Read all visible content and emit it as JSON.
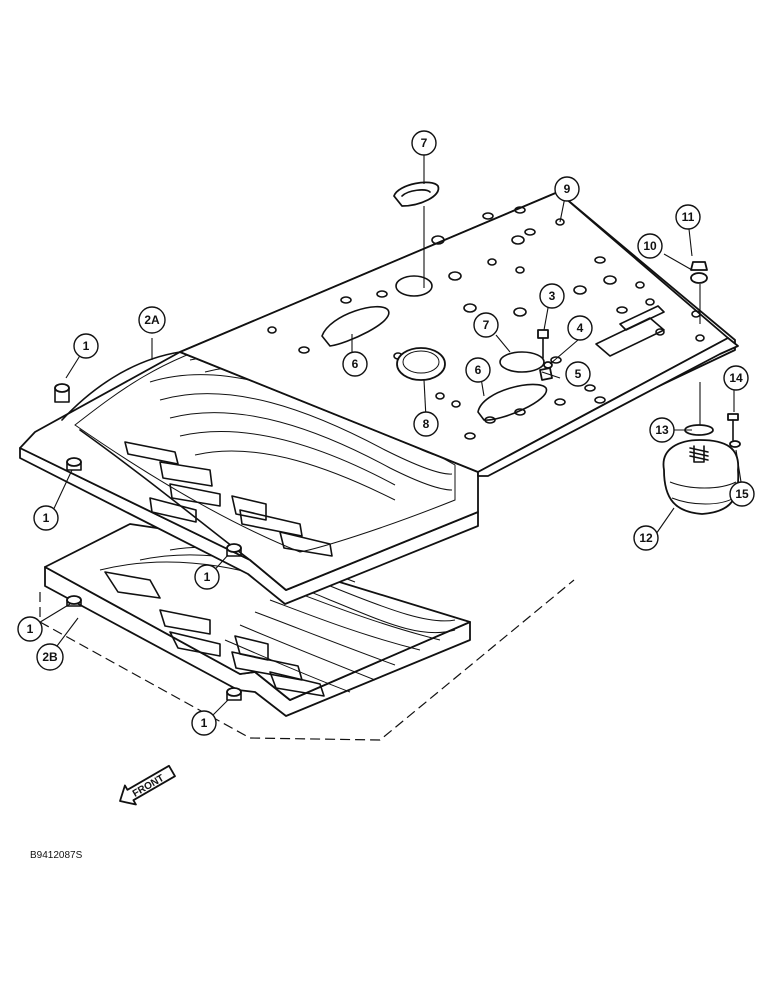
{
  "callouts": [
    {
      "label": "1"
    },
    {
      "label": "2A"
    },
    {
      "label": "3"
    },
    {
      "label": "4"
    },
    {
      "label": "5"
    },
    {
      "label": "6"
    },
    {
      "label": "6"
    },
    {
      "label": "7"
    },
    {
      "label": "7"
    },
    {
      "label": "8"
    },
    {
      "label": "9"
    },
    {
      "label": "10"
    },
    {
      "label": "11"
    },
    {
      "label": "12"
    },
    {
      "label": "13"
    },
    {
      "label": "14"
    },
    {
      "label": "15"
    },
    {
      "label": "1"
    },
    {
      "label": "1"
    },
    {
      "label": "1"
    },
    {
      "label": "2B"
    },
    {
      "label": "1"
    }
  ],
  "direction_label": "FRONT",
  "figure_code": "B9412087S"
}
